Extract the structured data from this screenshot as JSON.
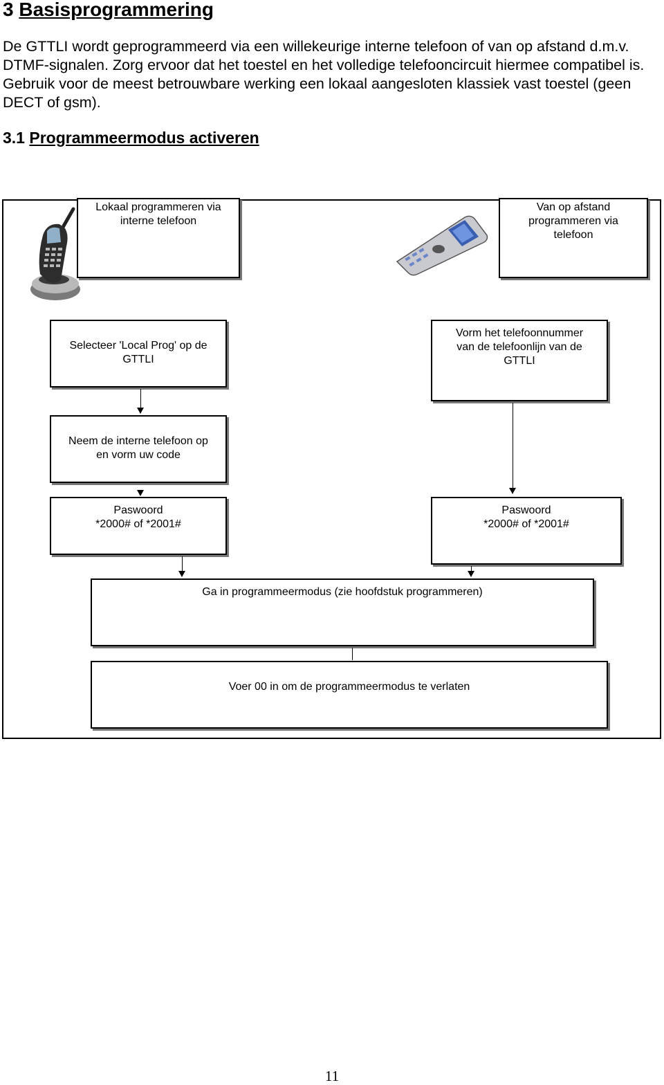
{
  "heading": {
    "number": "3",
    "title": "Basisprogrammering"
  },
  "intro": "De GTTLI wordt geprogrammeerd via een willekeurige interne telefoon  of van op afstand d.m.v. DTMF-signalen. Zorg ervoor dat het toestel en het volledige telefooncircuit hiermee compatibel is. Gebruik voor de meest betrouwbare werking een lokaal aangesloten klassiek vast toestel (geen DECT of gsm).",
  "section": {
    "number": "3.1",
    "title": "Programmeermodus activeren"
  },
  "flow": {
    "local_header": [
      "Lokaal programmeren via",
      "interne telefoon"
    ],
    "remote_header": [
      "Van op afstand",
      "programmeren via",
      "telefoon"
    ],
    "local_step1": [
      "Selecteer 'Local Prog' op de",
      "GTTLI"
    ],
    "remote_step1": [
      "Vorm het telefoonnummer",
      "van de telefoonlijn van de",
      "GTTLI"
    ],
    "local_step2": [
      "Neem de interne telefoon op",
      "en vorm uw code"
    ],
    "local_password": [
      "Paswoord",
      "*2000# of *2001#"
    ],
    "remote_password": [
      "Paswoord",
      "*2000# of *2001#"
    ],
    "enter_mode": "Ga in programmeermodus (zie hoofdstuk programmeren)",
    "exit_mode": "Voer 00 in om de programmeermodus te verlaten"
  },
  "icons": {
    "local_phone": "cordless-phone-icon",
    "remote_phone": "mobile-phone-icon"
  },
  "page_number": "11"
}
